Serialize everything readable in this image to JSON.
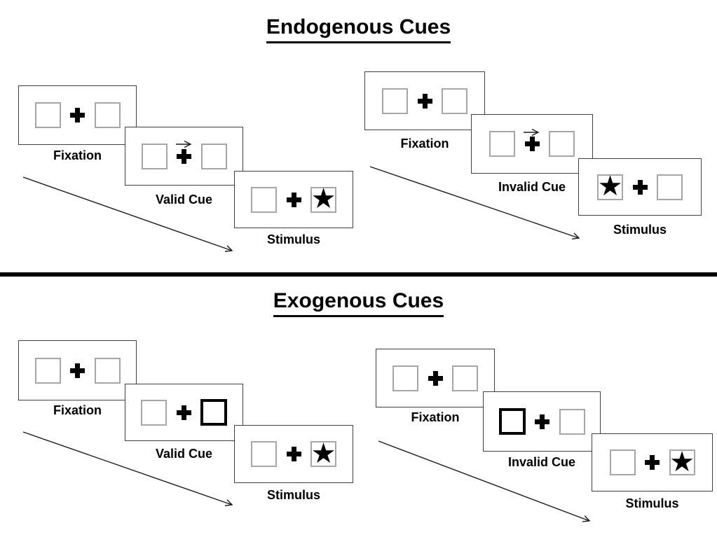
{
  "colors": {
    "background": "#ffffff",
    "text": "#000000",
    "panel-border": "#404040",
    "box-border": "#a6a6a6",
    "cue-box-border": "#000000",
    "divider": "#000000",
    "arrow": "#1a1a1a"
  },
  "icons": {
    "star": "★"
  },
  "sections": [
    {
      "title": "Endogenous Cues",
      "trials": [
        {
          "name": "endogenous-valid",
          "frames": [
            {
              "label": "Fixation"
            },
            {
              "label": "Valid Cue"
            },
            {
              "label": "Stimulus"
            }
          ]
        },
        {
          "name": "endogenous-invalid",
          "frames": [
            {
              "label": "Fixation"
            },
            {
              "label": "Invalid Cue"
            },
            {
              "label": "Stimulus"
            }
          ]
        }
      ]
    },
    {
      "title": "Exogenous Cues",
      "trials": [
        {
          "name": "exogenous-valid",
          "frames": [
            {
              "label": "Fixation"
            },
            {
              "label": "Valid Cue"
            },
            {
              "label": "Stimulus"
            }
          ]
        },
        {
          "name": "exogenous-invalid",
          "frames": [
            {
              "label": "Fixation"
            },
            {
              "label": "Invalid Cue"
            },
            {
              "label": "Stimulus"
            }
          ]
        }
      ]
    }
  ]
}
